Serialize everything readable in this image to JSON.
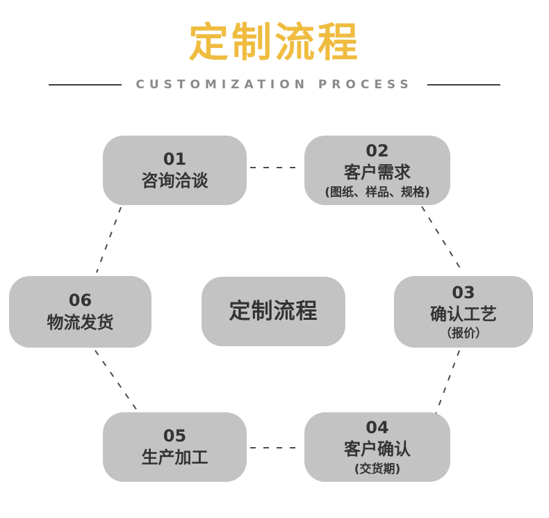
{
  "header": {
    "title": "定制流程",
    "subtitle": "CUSTOMIZATION PROCESS"
  },
  "center": {
    "label": "定制流程"
  },
  "steps": [
    {
      "number": "01",
      "label": "咨询洽谈",
      "sub": ""
    },
    {
      "number": "02",
      "label": "客户需求",
      "sub": "(图纸、样品、规格)"
    },
    {
      "number": "03",
      "label": "确认工艺",
      "sub": "（报价）"
    },
    {
      "number": "04",
      "label": "客户确认",
      "sub": "(交货期)"
    },
    {
      "number": "05",
      "label": "生产加工",
      "sub": ""
    },
    {
      "number": "06",
      "label": "物流发货",
      "sub": ""
    }
  ],
  "colors": {
    "title": "#EFBC40",
    "subtitle": "#8A8A8A",
    "rule": "#3C3C3C",
    "box_fill": "#C3C3C3",
    "box_text": "#333333",
    "connector": "#4A4A4A"
  }
}
